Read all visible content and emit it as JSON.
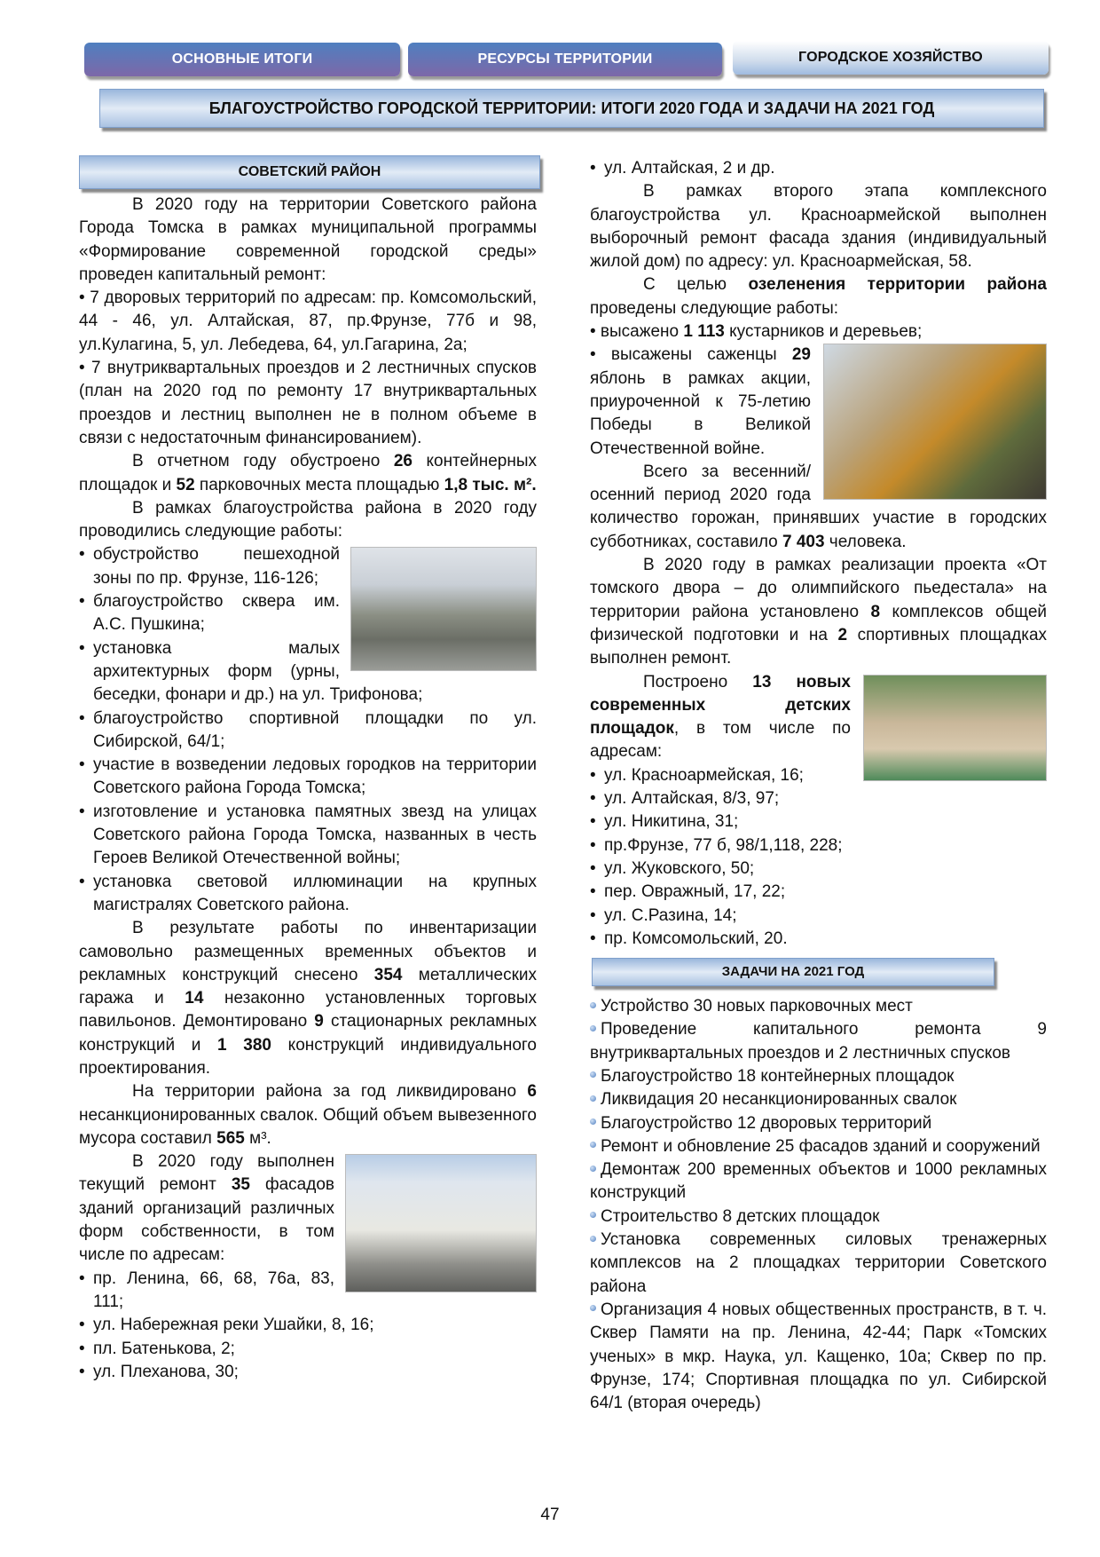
{
  "tabs": [
    "ОСНОВНЫЕ ИТОГИ",
    "РЕСУРСЫ ТЕРРИТОРИИ",
    "ГОРОДСКОЕ ХОЗЯЙСТВО"
  ],
  "title": "БЛАГОУСТРОЙСТВО ГОРОДСКОЙ ТЕРРИТОРИИ: ИТОГИ 2020 ГОДА И ЗАДАЧИ НА 2021 ГОД",
  "left": {
    "heading": "СОВЕТСКИЙ РАЙОН",
    "blocks": [
      {
        "k": "ind",
        "s": [
          {
            "t": "В 2020 году на территории Советского района Города Томска в рамках муниципальной программы «Формирование современной городской среды» проведен капитальный ремонт:"
          }
        ]
      },
      {
        "k": "ib",
        "s": [
          {
            "t": "•  7 дворовых территорий по адресам: пр. Комсомольский, 44 - 46, ул. Алтайская, 87, пр.Фрунзе, 77б и 98, ул.Кулагина, 5, ул. Лебедева, 64, ул.Гагарина, 2а;"
          }
        ]
      },
      {
        "k": "ib",
        "s": [
          {
            "t": "•  7 внутриквартальных проездов и 2 лестничных спусков (план на 2020 год по ремонту 17 внутриквартальных проездов и лестниц выполнен не в полном объеме в связи с недостаточным финансированием)."
          }
        ]
      },
      {
        "k": "ind",
        "s": [
          {
            "t": "В отчетном году обустроено "
          },
          {
            "t": "26",
            "b": 1
          },
          {
            "t": " контейнерных площадок и "
          },
          {
            "t": "52",
            "b": 1
          },
          {
            "t": " парковочных места площадью "
          },
          {
            "t": "1,8 тыс. м².",
            "b": 1
          }
        ]
      },
      {
        "k": "ind",
        "s": [
          {
            "t": "В рамках благоустройства района в 2020 году проводились следующие работы:"
          }
        ]
      },
      {
        "k": "img",
        "name": "photo-monument-square"
      },
      {
        "k": "hb",
        "s": [
          {
            "t": "обустройство пешеходной зоны по пр. Фрунзе, 116-126;"
          }
        ]
      },
      {
        "k": "hb",
        "s": [
          {
            "t": "благоустройство сквера им. А.С. Пушкина;"
          }
        ]
      },
      {
        "k": "hb",
        "s": [
          {
            "t": "установка малых архитектурных форм (урны, беседки, фонари и др.) на ул. Трифонова;"
          }
        ]
      },
      {
        "k": "hb",
        "s": [
          {
            "t": "благоустройство спортивной площадки по ул. Сибирской, 64/1;"
          }
        ]
      },
      {
        "k": "hb",
        "s": [
          {
            "t": "участие в возведении ледовых городков на территории Советского района Города Томска;"
          }
        ]
      },
      {
        "k": "hb",
        "s": [
          {
            "t": "изготовление и установка памятных звезд на улицах Советского района Города Томска, названных в честь Героев Великой Отечественной войны;"
          }
        ]
      },
      {
        "k": "hb",
        "s": [
          {
            "t": "установка световой иллюминации на крупных магистралях Советского района."
          }
        ]
      },
      {
        "k": "ind",
        "s": [
          {
            "t": "В результате работы по инвентаризации самовольно размещенных временных объектов и рекламных конструкций снесено "
          },
          {
            "t": "354",
            "b": 1
          },
          {
            "t": " металлических гаража и "
          },
          {
            "t": "14",
            "b": 1
          },
          {
            "t": " незаконно установленных торговых павильонов. Демонтировано "
          },
          {
            "t": "9",
            "b": 1
          },
          {
            "t": " стационарных рекламных конструкций и "
          },
          {
            "t": "1 380",
            "b": 1
          },
          {
            "t": " конструкций индивидуального проектирования."
          }
        ]
      },
      {
        "k": "ind",
        "s": [
          {
            "t": "На территории района за год ликвидировано "
          },
          {
            "t": "6",
            "b": 1
          },
          {
            "t": " несанкционированных свалок. Общий объем вывезенного мусора составил "
          },
          {
            "t": "565",
            "b": 1
          },
          {
            "t": " м³."
          }
        ]
      },
      {
        "k": "img",
        "name": "photo-historic-building"
      },
      {
        "k": "ind",
        "s": [
          {
            "t": "В 2020 году выполнен текущий ремонт "
          },
          {
            "t": "35",
            "b": 1
          },
          {
            "t": " фасадов зданий организаций различных форм собственности, в том числе по адресам:"
          }
        ]
      },
      {
        "k": "hb",
        "s": [
          {
            "t": "пр. Ленина, 66, 68, 76а, 83, 111;"
          }
        ]
      },
      {
        "k": "hb",
        "s": [
          {
            "t": "ул. Набережная реки Ушайки, 8, 16;"
          }
        ]
      },
      {
        "k": "hb",
        "s": [
          {
            "t": "пл. Батенькова, 2;"
          }
        ]
      },
      {
        "k": "hb",
        "s": [
          {
            "t": "ул. Плеханова, 30;"
          }
        ]
      }
    ]
  },
  "right": {
    "blocks": [
      {
        "k": "hb",
        "s": [
          {
            "t": "ул. Алтайская, 2 и др."
          }
        ]
      },
      {
        "k": "ind",
        "s": [
          {
            "t": "В рамках второго этапа комплексного благоустройства ул. Красноармейской выполнен выборочный ремонт фасада здания (индивидуальный жилой дом) по адресу: ул. Красноармейская, 58."
          }
        ]
      },
      {
        "k": "ind",
        "s": [
          {
            "t": "С целью "
          },
          {
            "t": "озеленения территории района",
            "b": 1
          },
          {
            "t": " проведены следующие работы:"
          }
        ]
      },
      {
        "k": "ib",
        "s": [
          {
            "t": "•   высажено "
          },
          {
            "t": "1 113",
            "b": 1
          },
          {
            "t": " кустарников и деревьев;"
          }
        ]
      },
      {
        "k": "img",
        "name": "photo-tree-planting"
      },
      {
        "k": "ib",
        "s": [
          {
            "t": "•   высажены саженцы "
          },
          {
            "t": "29",
            "b": 1
          },
          {
            "t": " яблонь в рамках акции, приуроченной к 75-летию Победы в Великой Отечественной войне."
          }
        ]
      },
      {
        "k": "ind",
        "s": [
          {
            "t": "Всего за весенний/осенний период 2020 года количество горожан, принявших участие в городских субботниках, составило "
          },
          {
            "t": "7 403",
            "b": 1
          },
          {
            "t": " человека."
          }
        ]
      },
      {
        "k": "ind",
        "s": [
          {
            "t": "В 2020 году в рамках реализации проекта «От томского двора – до олимпийского пьедестала» на территории района установлено "
          },
          {
            "t": "8",
            "b": 1
          },
          {
            "t": " комплексов общей физической подготовки и на "
          },
          {
            "t": "2",
            "b": 1
          },
          {
            "t": " спортивных площадках выполнен ремонт."
          }
        ]
      },
      {
        "k": "ind",
        "s": [
          {
            "t": "Построено "
          },
          {
            "t": "13 новых современных детских площадок",
            "b": 1
          },
          {
            "t": ", в том числе по адресам:"
          }
        ]
      },
      {
        "k": "hb",
        "s": [
          {
            "t": "ул. Красноармейская, 16;"
          }
        ]
      },
      {
        "k": "hb",
        "s": [
          {
            "t": "ул. Алтайская, 8/3, 97;"
          }
        ]
      },
      {
        "k": "hb",
        "s": [
          {
            "t": "ул. Никитина, 31;"
          }
        ]
      },
      {
        "k": "hb",
        "s": [
          {
            "t": "пр.Фрунзе, 77 б, 98/1,118, 228;"
          }
        ]
      },
      {
        "k": "hb",
        "s": [
          {
            "t": "ул. Жуковского, 50;"
          }
        ]
      },
      {
        "k": "hb",
        "s": [
          {
            "t": "пер. Овражный, 17, 22;"
          }
        ]
      },
      {
        "k": "hb",
        "s": [
          {
            "t": "ул. С.Разина, 14;"
          }
        ]
      },
      {
        "k": "hb",
        "s": [
          {
            "t": "пр. Комсомольский, 20."
          }
        ]
      }
    ],
    "tasks_heading": "ЗАДАЧИ НА 2021 ГОД",
    "tasks": [
      "Устройство 30 новых парковочных мест",
      "Проведение капитального ремонта 9 внутриквартальных проездов и 2 лестничных спусков",
      "Благоустройство 18 контейнерных площадок",
      "Ликвидация 20 несанкционированных свалок",
      "Благоустройство 12 дворовых территорий",
      "Ремонт и обновление 25 фасадов зданий и сооружений",
      "Демонтаж 200 временных объектов и 1000 рекламных конструкций",
      "Строительство 8 детских площадок",
      "Установка современных силовых тренажерных комплексов на 2 площадках территории Советского района",
      "Организация 4 новых общественных пространств, в т. ч. Сквер Памяти на пр. Ленина, 42-44; Парк «Томских ученых» в мкр. Наука, ул. Кащенко, 10а; Сквер по пр. Фрунзе, 174; Спортивная площадка по ул. Сибирской 64/1 (вторая очередь)"
    ]
  },
  "page_number": "47"
}
